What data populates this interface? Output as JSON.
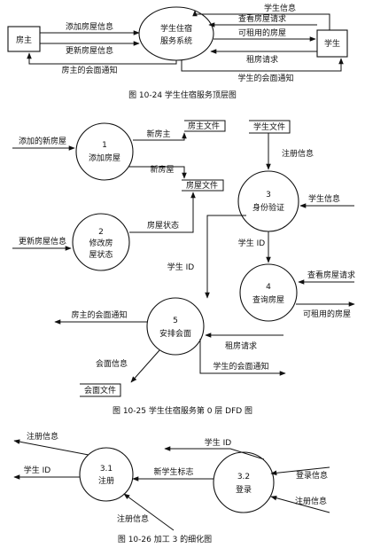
{
  "fig24": {
    "caption": "图 10-24  学生住宿服务顶层图",
    "landlord": "房主",
    "system_l1": "学生住宿",
    "system_l2": "服务系统",
    "student": "学生",
    "f_add": "添加房屋信息",
    "f_update": "更新房屋信息",
    "f_notice": "房主的会面通知",
    "f_stuinfo": "学生信息",
    "f_query": "查看房屋请求",
    "f_avail": "可租用的房屋",
    "f_rent": "租房请求",
    "f_stunotice": "学生的会面通知"
  },
  "fig25": {
    "caption": "图 10-25  学生住宿服务第 0 层 DFD 图",
    "p1_num": "1",
    "p1_name": "添加房屋",
    "p2_num": "2",
    "p2_l1": "修改房",
    "p2_l2": "屋状态",
    "p3_num": "3",
    "p3_name": "身份验证",
    "p4_num": "4",
    "p4_name": "查询房屋",
    "p5_num": "5",
    "p5_name": "安排会面",
    "store_landlord": "房主文件",
    "store_house": "房屋文件",
    "store_student": "学生文件",
    "store_meeting": "会面文件",
    "f_newhouse": "添加的新房屋",
    "f_newlandlord": "新房主",
    "f_newhouse2": "新房屋",
    "f_housestate": "房屋状态",
    "f_updhouse": "更新房屋信息",
    "f_reginfo": "注册信息",
    "f_stuinfo": "学生信息",
    "f_stuid_a": "学生 ID",
    "f_stuid_b": "学生 ID",
    "f_query": "查看房屋请求",
    "f_avail": "可租用的房屋",
    "f_landnotice": "房主的会面通知",
    "f_rent": "租房请求",
    "f_meetinfo": "会面信息",
    "f_stunotice": "学生的会面通知"
  },
  "fig26": {
    "caption": "图 10-26  加工 3 的细化图",
    "p31_num": "3.1",
    "p31_name": "注册",
    "p32_num": "3.2",
    "p32_name": "登录",
    "f_reginfo_top": "注册信息",
    "f_stuid_left": "学生 ID",
    "f_newflag": "新学生标志",
    "f_reginfo_bottom": "注册信息",
    "f_stuid_top": "学生 ID",
    "f_login": "登录信息",
    "f_reginfo_right": "注册信息"
  }
}
